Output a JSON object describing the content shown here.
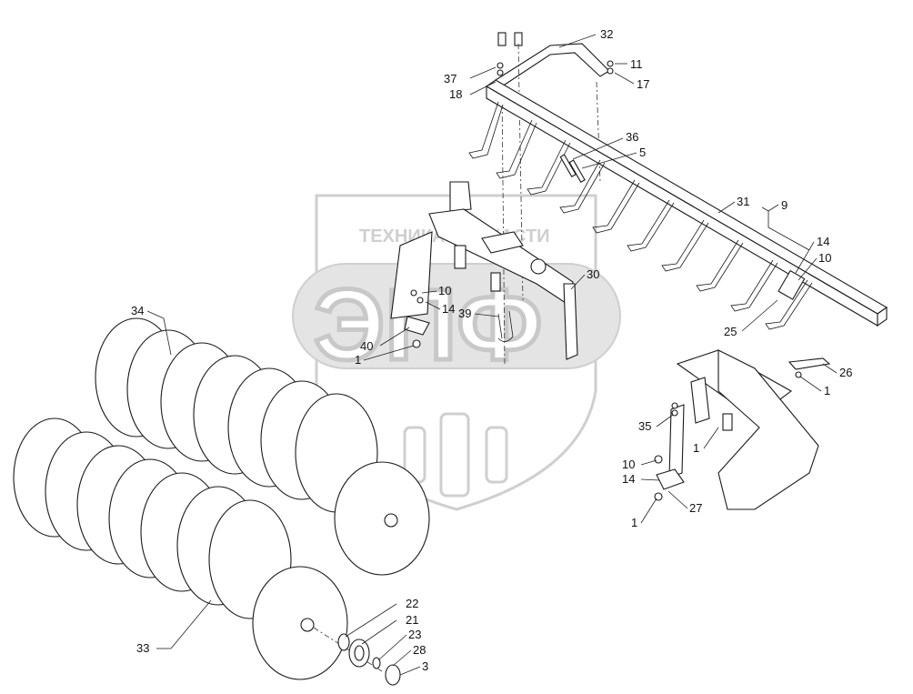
{
  "watermark": {
    "text_top": "ТЕХНИКА ЗАПЧАСТИ",
    "logo_letters": "ЭПФ"
  },
  "labels": [
    {
      "id": "l32",
      "text": "32"
    },
    {
      "id": "l11",
      "text": "11"
    },
    {
      "id": "l37",
      "text": "37"
    },
    {
      "id": "l18",
      "text": "18"
    },
    {
      "id": "l17",
      "text": "17"
    },
    {
      "id": "l36",
      "text": "36"
    },
    {
      "id": "l5",
      "text": "5"
    },
    {
      "id": "l31",
      "text": "31"
    },
    {
      "id": "l9",
      "text": "9"
    },
    {
      "id": "l14a",
      "text": "14"
    },
    {
      "id": "l10a",
      "text": "10"
    },
    {
      "id": "l30",
      "text": "30"
    },
    {
      "id": "l10b",
      "text": "10"
    },
    {
      "id": "l14b",
      "text": "14"
    },
    {
      "id": "l39",
      "text": "39"
    },
    {
      "id": "l40",
      "text": "40"
    },
    {
      "id": "l1a",
      "text": "1"
    },
    {
      "id": "l25",
      "text": "25"
    },
    {
      "id": "l26",
      "text": "26"
    },
    {
      "id": "l1b",
      "text": "1"
    },
    {
      "id": "l34",
      "text": "34"
    },
    {
      "id": "l35",
      "text": "35"
    },
    {
      "id": "l1c",
      "text": "1"
    },
    {
      "id": "l10c",
      "text": "10"
    },
    {
      "id": "l14c",
      "text": "14"
    },
    {
      "id": "l27",
      "text": "27"
    },
    {
      "id": "l1d",
      "text": "1"
    },
    {
      "id": "l22",
      "text": "22"
    },
    {
      "id": "l21",
      "text": "21"
    },
    {
      "id": "l23",
      "text": "23"
    },
    {
      "id": "l28",
      "text": "28"
    },
    {
      "id": "l3",
      "text": "3"
    },
    {
      "id": "l33",
      "text": "33"
    }
  ]
}
